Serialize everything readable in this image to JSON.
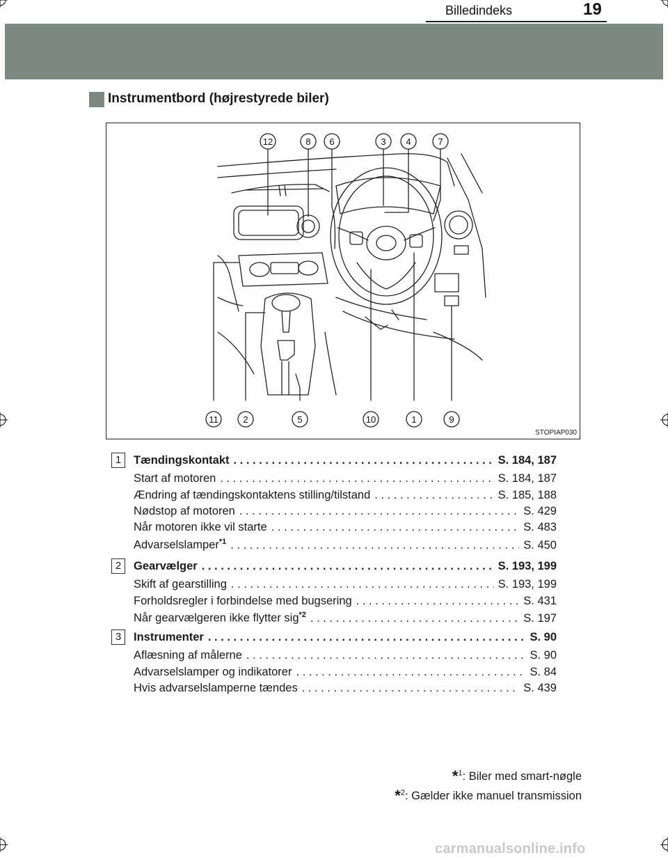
{
  "header": {
    "section": "Billedindeks",
    "page_number": "19"
  },
  "heading": "Instrumentbord (højrestyrede biler)",
  "figure": {
    "code": "STOPIAP030",
    "callouts_top": [
      "12",
      "8",
      "6",
      "3",
      "4",
      "7"
    ],
    "callouts_bottom": [
      "11",
      "2",
      "5",
      "10",
      "1",
      "9"
    ]
  },
  "entries": [
    {
      "number": "1",
      "title": "Tændingskontakt",
      "pages": "S. 184, 187",
      "items": [
        {
          "label": "Start af motoren",
          "sup": "",
          "pages": "S. 184, 187"
        },
        {
          "label": "Ændring af tændingskontaktens stilling/tilstand",
          "sup": "",
          "pages": "S. 185, 188"
        },
        {
          "label": "Nødstop af motoren",
          "sup": "",
          "pages": "S. 429"
        },
        {
          "label": "Når motoren ikke vil starte",
          "sup": "",
          "pages": "S. 483"
        },
        {
          "label": "Advarselslamper",
          "sup": "*1",
          "pages": "S. 450"
        }
      ]
    },
    {
      "number": "2",
      "title": "Gearvælger",
      "pages": "S. 193, 199",
      "items": [
        {
          "label": "Skift af gearstilling",
          "sup": "",
          "pages": "S. 193, 199"
        },
        {
          "label": "Forholdsregler i forbindelse med bugsering",
          "sup": "",
          "pages": "S. 431"
        },
        {
          "label": "Når gearvælgeren ikke flytter sig",
          "sup": "*2",
          "pages": "S. 197"
        }
      ]
    },
    {
      "number": "3",
      "title": "Instrumenter",
      "pages": "S. 90",
      "items": [
        {
          "label": "Aflæsning af målerne",
          "sup": "",
          "pages": "S. 90"
        },
        {
          "label": "Advarselslamper og indikatorer",
          "sup": "",
          "pages": "S. 84"
        },
        {
          "label": "Hvis advarselslamperne tændes",
          "sup": "",
          "pages": "S. 439"
        }
      ]
    }
  ],
  "footnotes": [
    {
      "mark": "*",
      "num": "1",
      "text": ": Biler med smart-nøgle"
    },
    {
      "mark": "*",
      "num": "2",
      "text": ": Gælder ikke manuel transmission"
    }
  ],
  "watermark": "carmanualsonline.info"
}
